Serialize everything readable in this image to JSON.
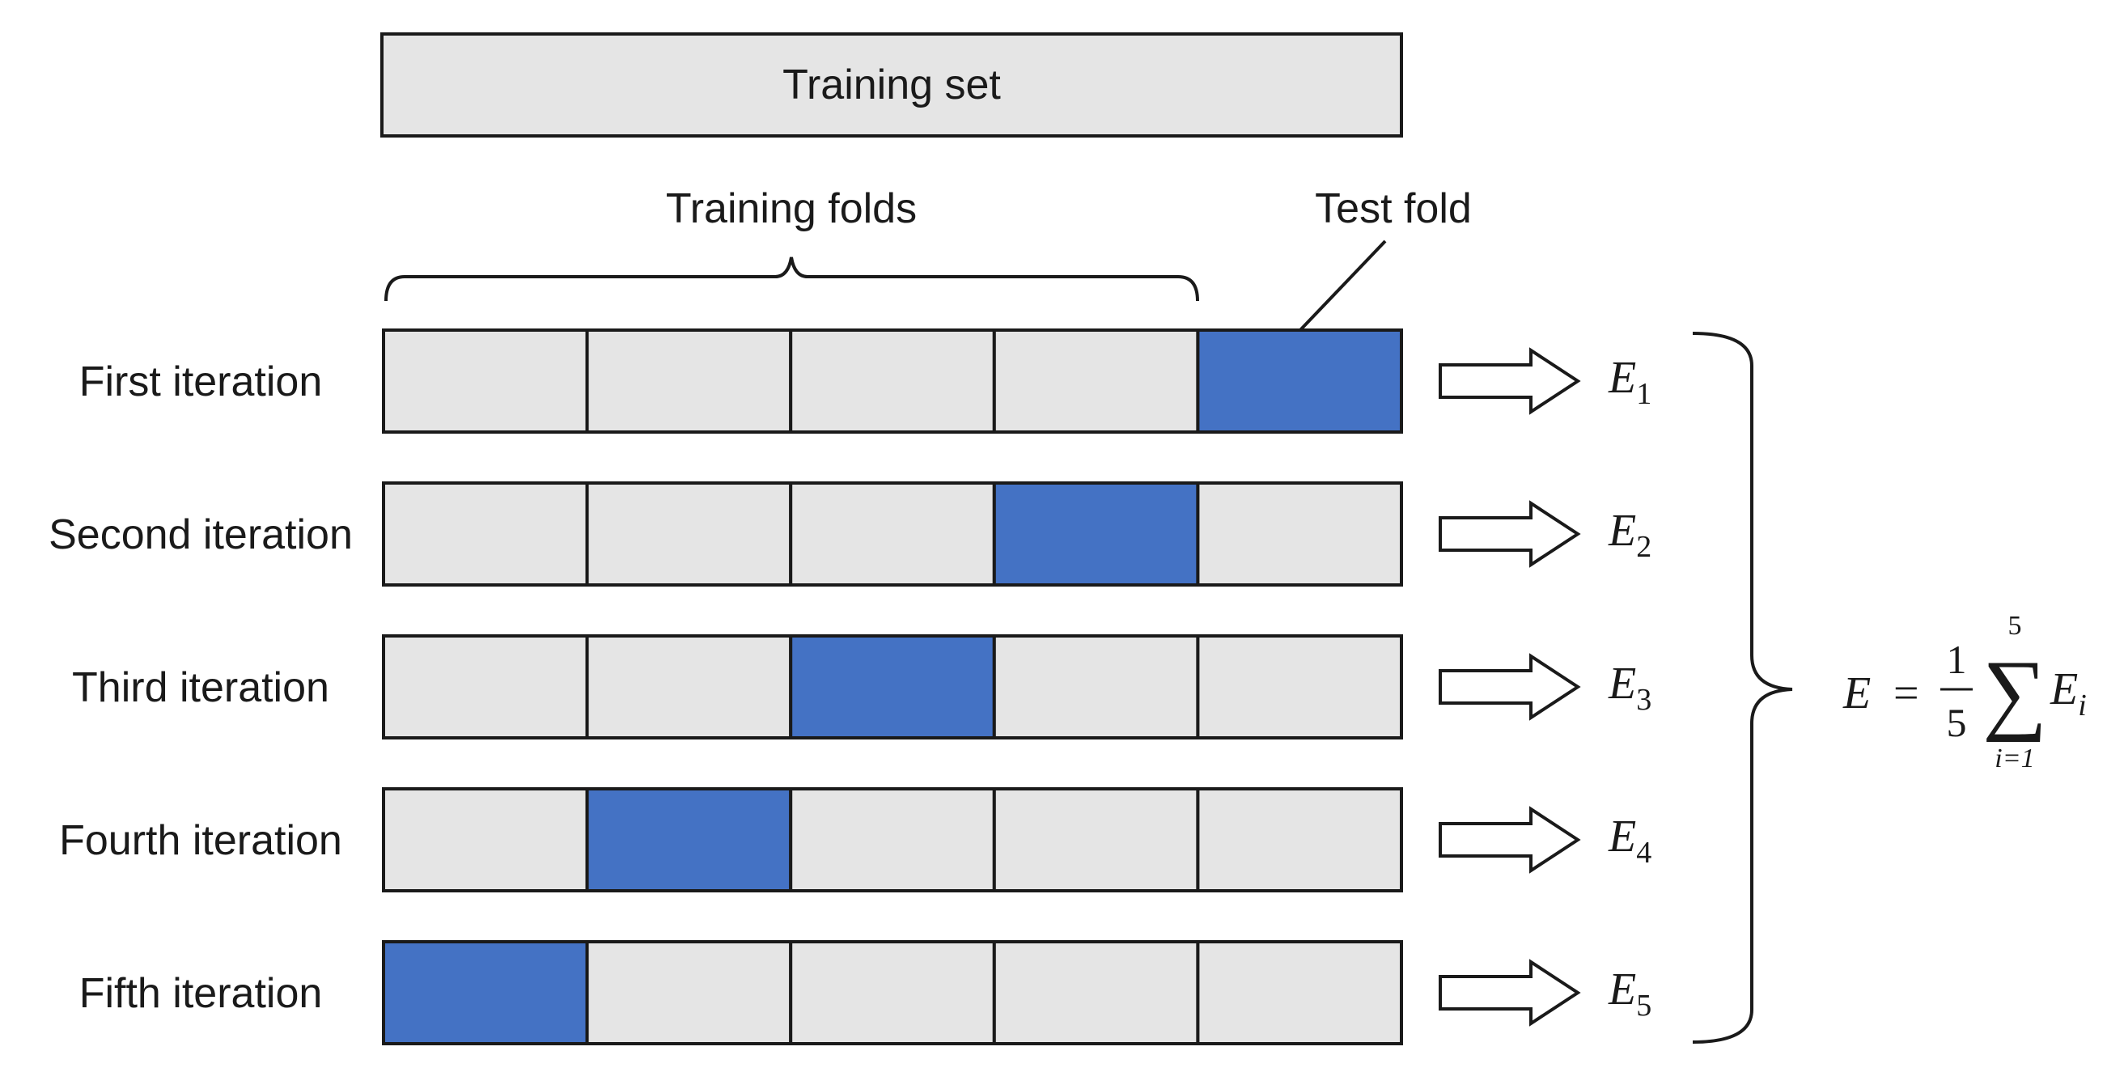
{
  "training_set_label": "Training set",
  "training_folds_label": "Training folds",
  "test_fold_label": "Test fold",
  "colors": {
    "fold_fill": "#e5e5e5",
    "test_fold_fill": "#4472c4",
    "stroke": "#1a1a1a",
    "arrow_fill": "#ffffff"
  },
  "fold_count": 5,
  "iterations": [
    {
      "label": "First iteration",
      "test_fold": 5,
      "error_var": "E",
      "error_sub": "1"
    },
    {
      "label": "Second iteration",
      "test_fold": 4,
      "error_var": "E",
      "error_sub": "2"
    },
    {
      "label": "Third iteration",
      "test_fold": 3,
      "error_var": "E",
      "error_sub": "3"
    },
    {
      "label": "Fourth iteration",
      "test_fold": 2,
      "error_var": "E",
      "error_sub": "4"
    },
    {
      "label": "Fifth iteration",
      "test_fold": 1,
      "error_var": "E",
      "error_sub": "5"
    }
  ],
  "formula": {
    "lhs": "E",
    "equals": "=",
    "frac_num": "1",
    "frac_den": "5",
    "sum_symbol": "∑",
    "sum_upper": "5",
    "sum_lower": "i=1",
    "term_var": "E",
    "term_sub": "i"
  }
}
